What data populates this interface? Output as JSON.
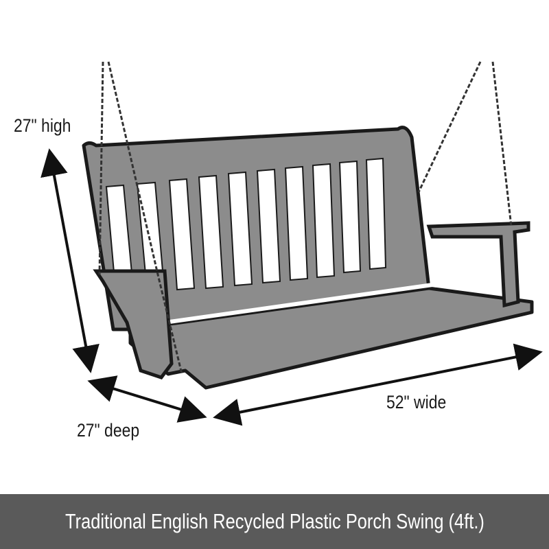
{
  "dimensions": {
    "height": "27\" high",
    "depth": "27\" deep",
    "width": "52\" wide"
  },
  "banner": {
    "title": "Traditional English Recycled Plastic Porch Swing (4ft.)"
  },
  "colors": {
    "swing": "#8c8c8c",
    "outline": "#1a1a1a",
    "banner": "#5a5a5a"
  }
}
